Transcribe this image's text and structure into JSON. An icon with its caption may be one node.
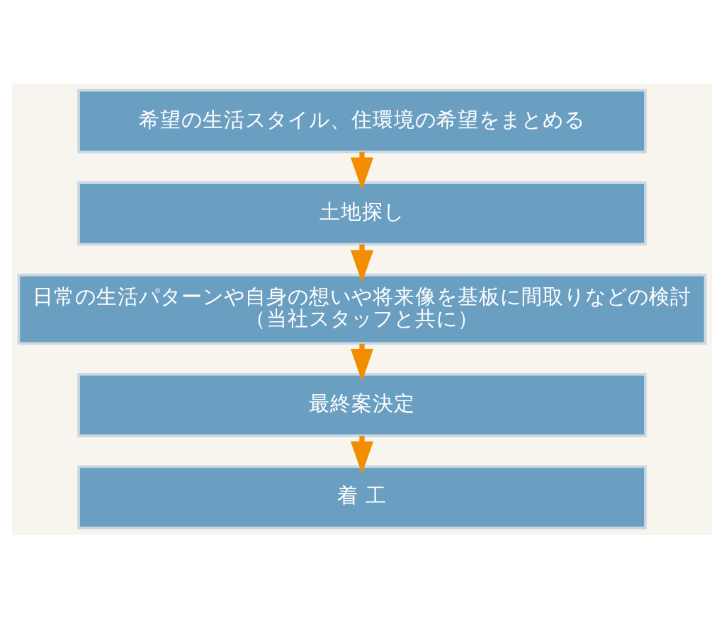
{
  "diagram": {
    "nodes": [
      {
        "text": [
          "希望の生活スタイル、住環境の希望をまとめる"
        ]
      },
      {
        "text": [
          "土地探し"
        ]
      },
      {
        "text": [
          "日常の生活パターンや自身の想いや将来像を基板に間取りなどの検討",
          "（当社スタッフと共に）"
        ]
      },
      {
        "text": [
          "最終案決定"
        ]
      },
      {
        "text": [
          "着 工"
        ]
      }
    ],
    "edges": [
      {
        "from": 0,
        "to": 1,
        "arrow": "to"
      },
      {
        "from": 1,
        "to": 2,
        "arrow": "to"
      },
      {
        "from": 2,
        "to": 3,
        "arrow": "to"
      },
      {
        "from": 3,
        "to": 4,
        "arrow": "to"
      }
    ]
  }
}
